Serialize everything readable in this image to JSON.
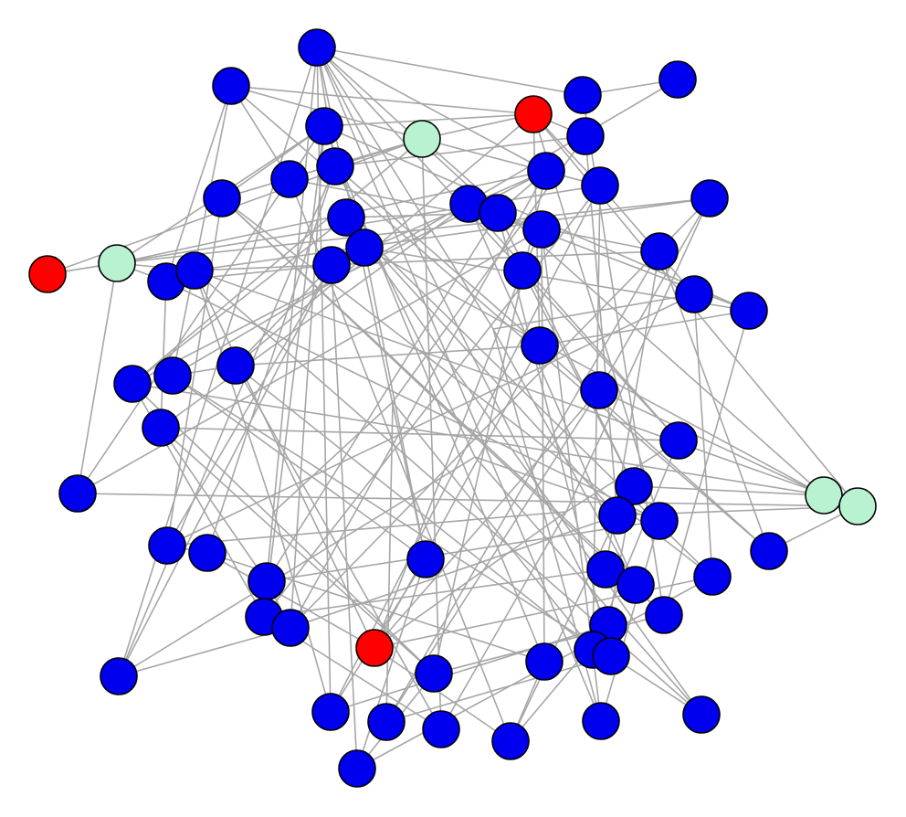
{
  "colors": {
    "edge": "#a6a6a6",
    "node_default": "#0000ee",
    "node_red": "#ff0000",
    "node_mint": "#b8f2d0",
    "node_stroke": "#000000",
    "background": "#ffffff"
  },
  "graph": {
    "nodes": [
      {
        "id": 0,
        "group": "default"
      },
      {
        "id": 1,
        "group": "default"
      },
      {
        "id": 2,
        "group": "red"
      },
      {
        "id": 3,
        "group": "default"
      },
      {
        "id": 4,
        "group": "default"
      },
      {
        "id": 5,
        "group": "default"
      },
      {
        "id": 6,
        "group": "mint"
      },
      {
        "id": 7,
        "group": "default"
      },
      {
        "id": 8,
        "group": "default"
      },
      {
        "id": 9,
        "group": "default"
      },
      {
        "id": 10,
        "group": "default"
      },
      {
        "id": 11,
        "group": "default"
      },
      {
        "id": 12,
        "group": "default"
      },
      {
        "id": 13,
        "group": "default"
      },
      {
        "id": 14,
        "group": "default"
      },
      {
        "id": 15,
        "group": "default"
      },
      {
        "id": 16,
        "group": "default"
      },
      {
        "id": 17,
        "group": "default"
      },
      {
        "id": 18,
        "group": "default"
      },
      {
        "id": 19,
        "group": "red"
      },
      {
        "id": 20,
        "group": "mint"
      },
      {
        "id": 21,
        "group": "default"
      },
      {
        "id": 22,
        "group": "default"
      },
      {
        "id": 23,
        "group": "default"
      },
      {
        "id": 24,
        "group": "default"
      },
      {
        "id": 25,
        "group": "default"
      },
      {
        "id": 26,
        "group": "default"
      },
      {
        "id": 27,
        "group": "default"
      },
      {
        "id": 28,
        "group": "default"
      },
      {
        "id": 29,
        "group": "default"
      },
      {
        "id": 30,
        "group": "default"
      },
      {
        "id": 31,
        "group": "default"
      },
      {
        "id": 32,
        "group": "default"
      },
      {
        "id": 33,
        "group": "default"
      },
      {
        "id": 34,
        "group": "default"
      },
      {
        "id": 35,
        "group": "default"
      },
      {
        "id": 36,
        "group": "mint"
      },
      {
        "id": 37,
        "group": "mint"
      },
      {
        "id": 38,
        "group": "default"
      },
      {
        "id": 39,
        "group": "default"
      },
      {
        "id": 40,
        "group": "default"
      },
      {
        "id": 41,
        "group": "default"
      },
      {
        "id": 42,
        "group": "default"
      },
      {
        "id": 43,
        "group": "default"
      },
      {
        "id": 44,
        "group": "default"
      },
      {
        "id": 45,
        "group": "default"
      },
      {
        "id": 46,
        "group": "default"
      },
      {
        "id": 47,
        "group": "default"
      },
      {
        "id": 48,
        "group": "default"
      },
      {
        "id": 49,
        "group": "default"
      },
      {
        "id": 50,
        "group": "red"
      },
      {
        "id": 51,
        "group": "default"
      },
      {
        "id": 52,
        "group": "default"
      },
      {
        "id": 53,
        "group": "default"
      },
      {
        "id": 54,
        "group": "default"
      },
      {
        "id": 55,
        "group": "default"
      },
      {
        "id": 56,
        "group": "default"
      },
      {
        "id": 57,
        "group": "default"
      },
      {
        "id": 58,
        "group": "default"
      },
      {
        "id": 59,
        "group": "default"
      },
      {
        "id": 60,
        "group": "default"
      },
      {
        "id": 61,
        "group": "default"
      },
      {
        "id": 62,
        "group": "default"
      },
      {
        "id": 63,
        "group": "default"
      },
      {
        "id": 64,
        "group": "default"
      },
      {
        "id": 65,
        "group": "default"
      },
      {
        "id": 66,
        "group": "default"
      },
      {
        "id": 67,
        "group": "default"
      },
      {
        "id": 68,
        "group": "default"
      },
      {
        "id": 69,
        "group": "default"
      },
      {
        "id": 70,
        "group": "default"
      }
    ],
    "edges": [
      [
        2,
        5
      ],
      [
        2,
        6
      ],
      [
        2,
        12
      ],
      [
        2,
        1
      ],
      [
        2,
        40
      ],
      [
        2,
        29
      ],
      [
        2,
        28
      ],
      [
        2,
        37
      ],
      [
        2,
        7
      ],
      [
        6,
        1
      ],
      [
        6,
        8
      ],
      [
        6,
        12
      ],
      [
        6,
        11
      ],
      [
        6,
        19
      ],
      [
        6,
        36
      ],
      [
        6,
        60
      ],
      [
        6,
        30
      ],
      [
        19,
        20
      ],
      [
        20,
        10
      ],
      [
        20,
        13
      ],
      [
        20,
        21
      ],
      [
        20,
        22
      ],
      [
        20,
        5
      ],
      [
        20,
        38
      ],
      [
        0,
        8
      ],
      [
        0,
        10
      ],
      [
        0,
        15
      ],
      [
        0,
        34
      ],
      [
        0,
        43
      ],
      [
        0,
        47
      ],
      [
        0,
        51
      ],
      [
        0,
        56
      ],
      [
        0,
        58
      ],
      [
        0,
        62
      ],
      [
        0,
        69
      ],
      [
        0,
        3
      ],
      [
        1,
        9
      ],
      [
        1,
        21
      ],
      [
        1,
        31
      ],
      [
        1,
        44
      ],
      [
        3,
        4
      ],
      [
        3,
        52
      ],
      [
        4,
        31
      ],
      [
        5,
        11
      ],
      [
        5,
        48
      ],
      [
        5,
        9
      ],
      [
        5,
        55
      ],
      [
        5,
        49
      ],
      [
        5,
        27
      ],
      [
        7,
        8
      ],
      [
        7,
        39
      ],
      [
        7,
        68
      ],
      [
        8,
        56
      ],
      [
        8,
        28
      ],
      [
        8,
        42
      ],
      [
        8,
        66
      ],
      [
        9,
        61
      ],
      [
        9,
        25
      ],
      [
        9,
        38
      ],
      [
        10,
        23
      ],
      [
        10,
        57
      ],
      [
        10,
        49
      ],
      [
        10,
        15
      ],
      [
        10,
        30
      ],
      [
        11,
        65
      ],
      [
        11,
        52
      ],
      [
        11,
        41
      ],
      [
        11,
        46
      ],
      [
        12,
        26
      ],
      [
        12,
        48
      ],
      [
        12,
        58
      ],
      [
        12,
        53
      ],
      [
        13,
        22
      ],
      [
        13,
        32
      ],
      [
        13,
        49
      ],
      [
        13,
        67
      ],
      [
        14,
        34
      ],
      [
        14,
        33
      ],
      [
        14,
        27
      ],
      [
        14,
        65
      ],
      [
        15,
        16
      ],
      [
        15,
        35
      ],
      [
        15,
        47
      ],
      [
        15,
        54
      ],
      [
        15,
        17
      ],
      [
        16,
        24
      ],
      [
        16,
        62
      ],
      [
        16,
        38
      ],
      [
        16,
        55
      ],
      [
        17,
        39
      ],
      [
        17,
        63
      ],
      [
        17,
        30
      ],
      [
        17,
        46
      ],
      [
        18,
        27
      ],
      [
        18,
        43
      ],
      [
        18,
        36
      ],
      [
        21,
        40
      ],
      [
        21,
        33
      ],
      [
        21,
        23
      ],
      [
        22,
        37
      ],
      [
        22,
        63
      ],
      [
        22,
        25
      ],
      [
        22,
        70
      ],
      [
        23,
        56
      ],
      [
        23,
        29
      ],
      [
        23,
        64
      ],
      [
        23,
        41
      ],
      [
        24,
        35
      ],
      [
        24,
        50
      ],
      [
        25,
        59
      ],
      [
        25,
        44
      ],
      [
        25,
        45
      ],
      [
        26,
        41
      ],
      [
        26,
        46
      ],
      [
        26,
        69
      ],
      [
        27,
        28
      ],
      [
        27,
        52
      ],
      [
        28,
        29
      ],
      [
        28,
        44
      ],
      [
        28,
        50
      ],
      [
        29,
        31
      ],
      [
        29,
        53
      ],
      [
        29,
        60
      ],
      [
        30,
        57
      ],
      [
        30,
        48
      ],
      [
        31,
        43
      ],
      [
        31,
        54
      ],
      [
        32,
        36
      ],
      [
        32,
        59
      ],
      [
        32,
        50
      ],
      [
        33,
        34
      ],
      [
        33,
        47
      ],
      [
        33,
        57
      ],
      [
        34,
        53
      ],
      [
        34,
        67
      ],
      [
        35,
        36
      ],
      [
        35,
        51
      ],
      [
        37,
        38
      ],
      [
        37,
        44
      ],
      [
        39,
        49
      ],
      [
        39,
        61
      ],
      [
        40,
        47
      ],
      [
        40,
        62
      ],
      [
        40,
        66
      ],
      [
        41,
        42
      ],
      [
        41,
        67
      ],
      [
        42,
        50
      ],
      [
        42,
        55
      ],
      [
        43,
        58
      ],
      [
        43,
        64
      ],
      [
        45,
        48
      ],
      [
        45,
        65
      ],
      [
        46,
        50
      ],
      [
        46,
        64
      ],
      [
        47,
        49
      ],
      [
        48,
        60
      ],
      [
        49,
        56
      ],
      [
        51,
        58
      ],
      [
        51,
        61
      ],
      [
        52,
        57
      ],
      [
        53,
        68
      ],
      [
        54,
        59
      ],
      [
        54,
        63
      ],
      [
        55,
        61
      ],
      [
        56,
        66
      ],
      [
        57,
        64
      ],
      [
        58,
        70
      ],
      [
        59,
        68
      ],
      [
        60,
        67
      ],
      [
        62,
        69
      ],
      [
        63,
        66
      ],
      [
        65,
        69
      ],
      [
        68,
        70
      ],
      [
        50,
        67
      ],
      [
        50,
        61
      ],
      [
        50,
        22
      ],
      [
        19,
        12
      ],
      [
        36,
        30
      ],
      [
        37,
        39
      ]
    ]
  }
}
